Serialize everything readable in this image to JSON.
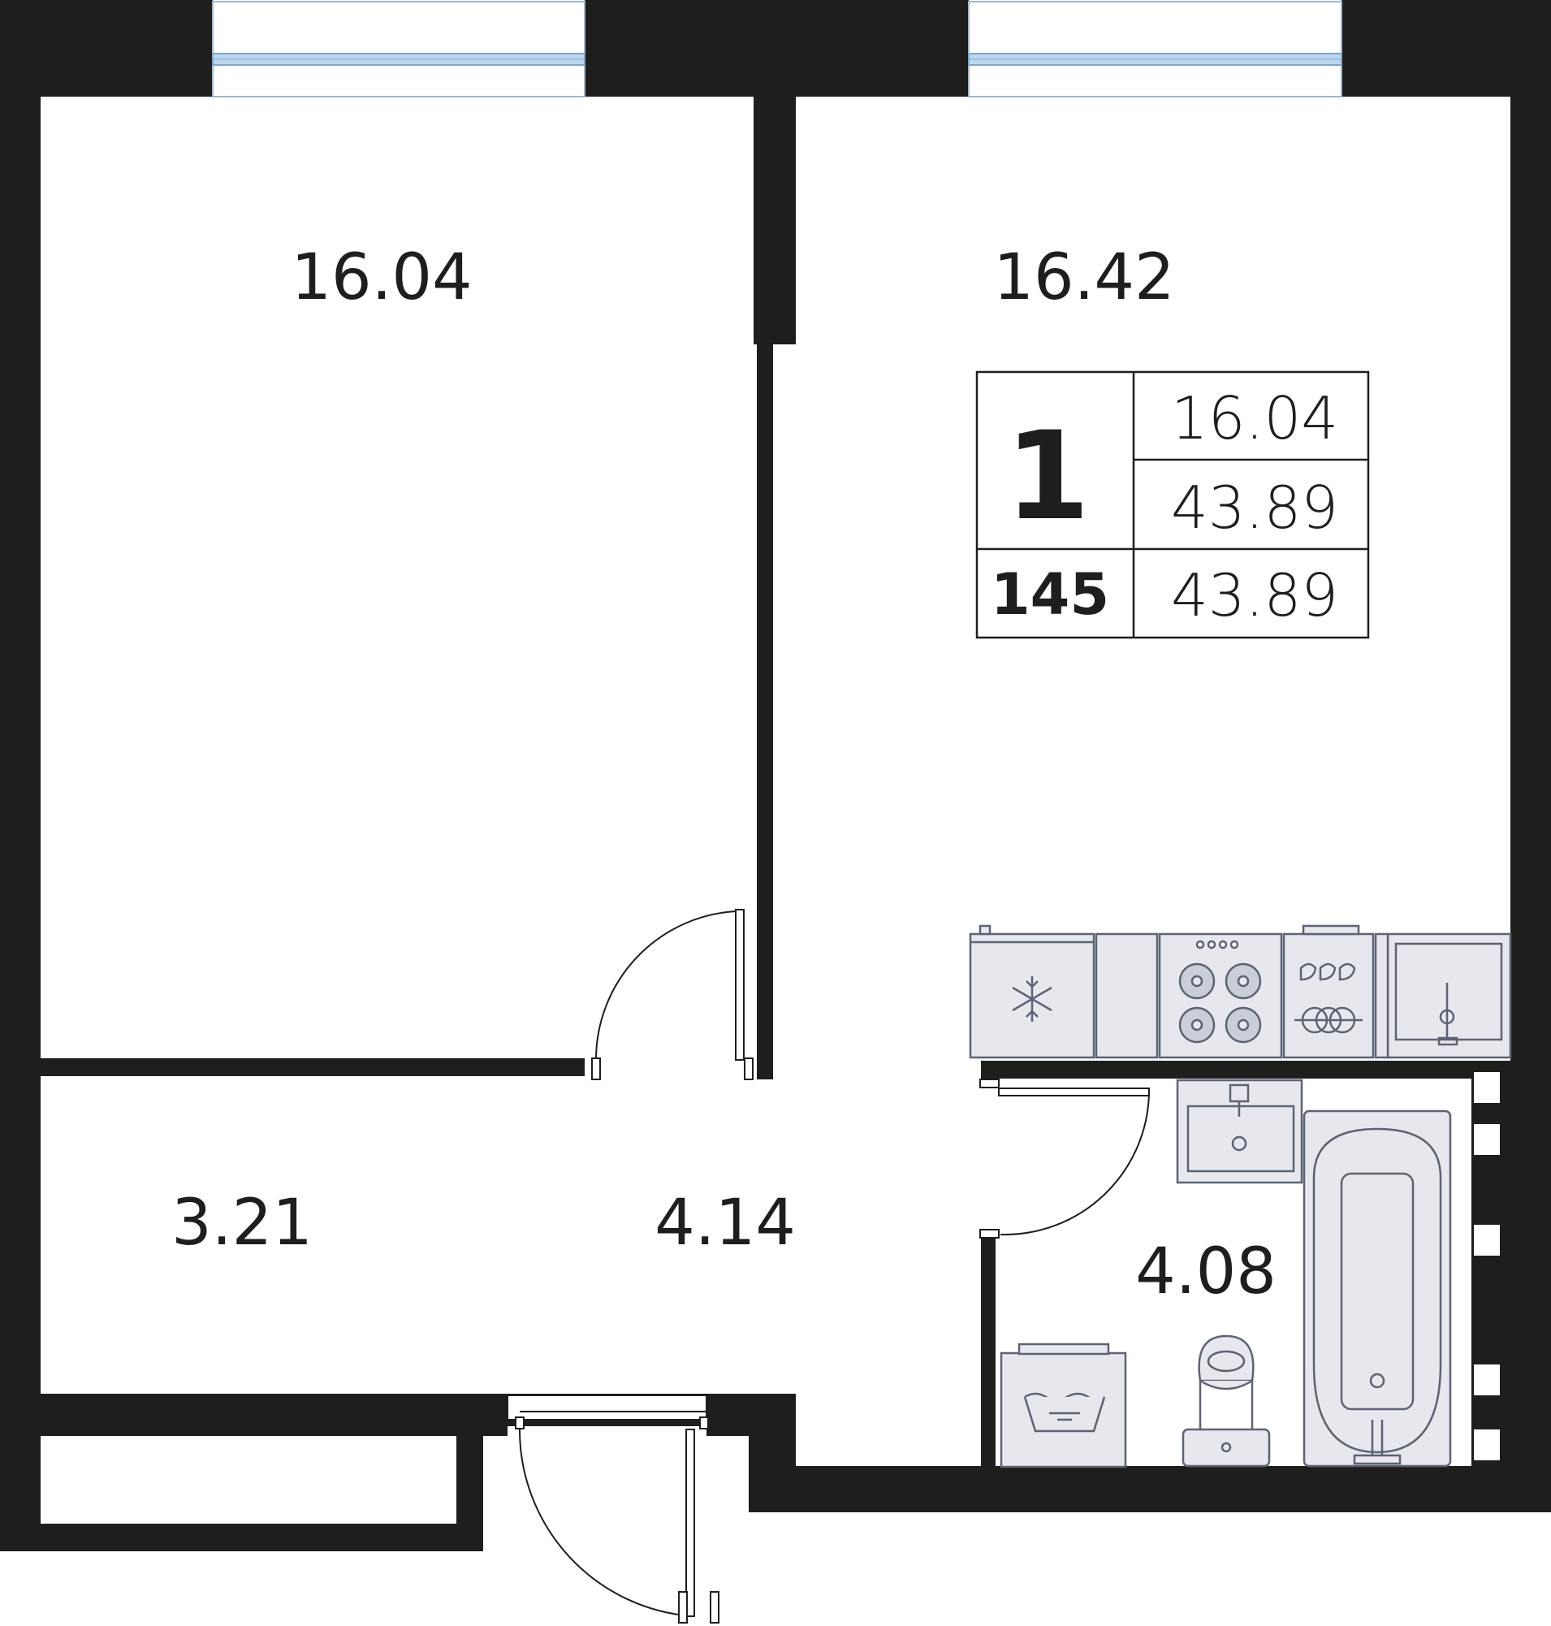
{
  "plan": {
    "rooms": [
      {
        "id": "room-1",
        "area": "16.04"
      },
      {
        "id": "room-2",
        "area": "16.42"
      },
      {
        "id": "wardrobe",
        "area": "3.21"
      },
      {
        "id": "hallway",
        "area": "4.14"
      },
      {
        "id": "bathroom",
        "area": "4.08"
      }
    ],
    "info": {
      "rooms_count": "1",
      "living_area": "16.04",
      "total_area": "43.89",
      "apartment_number": "145",
      "total_area_with_balcony": "43.89"
    },
    "colors": {
      "wall": "#1e1e1c",
      "fixture_fill": "#e6e8ee",
      "fixture_stroke": "#5c6373",
      "window_glass": "#bcd8f0"
    }
  }
}
